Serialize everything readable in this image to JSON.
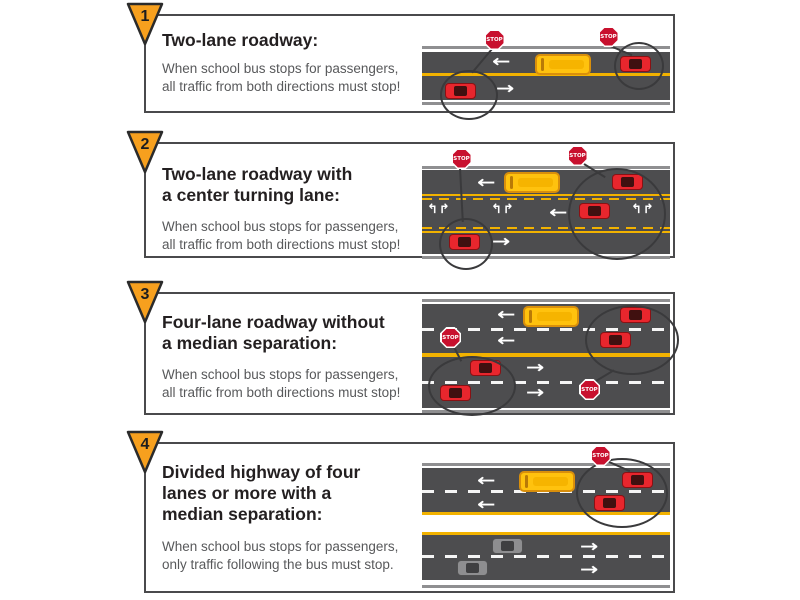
{
  "labels": {
    "stop": "STOP"
  },
  "icons": {
    "arrow_left": "←",
    "arrow_right": "→",
    "turn_left": "↰",
    "turn_right": "↱"
  },
  "colors": {
    "badge_orange": "#F7A01E",
    "road_gray": "#4D4D4F",
    "lane_yellow": "#F2B200",
    "bus_yellow": "#FFC20E",
    "car_red": "#E8262D",
    "car_gray": "#8E8E90",
    "stop_sign_red": "#C8102E",
    "title_text": "#231F20",
    "body_text": "#58595B"
  },
  "panels": [
    {
      "number": "1",
      "title_lines": [
        "Two-lane roadway:"
      ],
      "desc_lines": [
        "When school bus stops for passengers,",
        "all traffic from both directions must stop!"
      ]
    },
    {
      "number": "2",
      "title_lines": [
        "Two-lane roadway with",
        "a center turning lane:"
      ],
      "desc_lines": [
        "When school bus stops for passengers,",
        "all traffic from both directions must stop!"
      ]
    },
    {
      "number": "3",
      "title_lines": [
        "Four-lane roadway without",
        "a median separation:"
      ],
      "desc_lines": [
        "When school bus stops for passengers,",
        "all traffic from both directions must stop!"
      ]
    },
    {
      "number": "4",
      "title_lines": [
        "Divided highway of four",
        "lanes or more with a",
        "median separation:"
      ],
      "desc_lines": [
        "When school bus stops for passengers,",
        "only traffic following the bus must stop."
      ]
    }
  ]
}
